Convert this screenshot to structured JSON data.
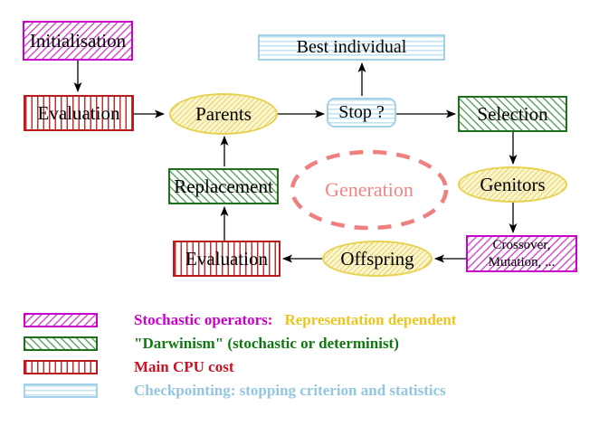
{
  "nodes": {
    "initialisation": {
      "label": "Initialisation"
    },
    "evaluation_top": {
      "label": "Evaluation"
    },
    "parents": {
      "label": "Parents"
    },
    "best_individual": {
      "label": "Best individual"
    },
    "stop": {
      "label": "Stop ?"
    },
    "selection": {
      "label": "Selection"
    },
    "replacement": {
      "label": "Replacement"
    },
    "genitors": {
      "label": "Genitors"
    },
    "generation": {
      "label": "Generation"
    },
    "evaluation_bottom": {
      "label": "Evaluation"
    },
    "offspring": {
      "label": "Offspring"
    },
    "crossover_mutation": {
      "line1": "Crossover,",
      "line2": "Mutation, ..."
    }
  },
  "edges": [
    {
      "from": "initialisation",
      "to": "evaluation_top"
    },
    {
      "from": "evaluation_top",
      "to": "parents"
    },
    {
      "from": "parents",
      "to": "stop"
    },
    {
      "from": "stop",
      "to": "best_individual"
    },
    {
      "from": "stop",
      "to": "selection"
    },
    {
      "from": "selection",
      "to": "genitors"
    },
    {
      "from": "genitors",
      "to": "crossover_mutation"
    },
    {
      "from": "crossover_mutation",
      "to": "offspring"
    },
    {
      "from": "offspring",
      "to": "evaluation_bottom"
    },
    {
      "from": "evaluation_bottom",
      "to": "replacement"
    },
    {
      "from": "replacement",
      "to": "parents"
    }
  ],
  "legend": {
    "items": [
      {
        "swatch": "magenta-diagonal-hatch",
        "label": "Stochastic operators:",
        "label2": "Representation dependent",
        "color": "#cc00cc",
        "color2": "#eec51e"
      },
      {
        "swatch": "green-diagonal-hatch",
        "label": "\"Darwinism\" (stochastic or determinist)",
        "color": "#117711"
      },
      {
        "swatch": "red-vertical-stripes",
        "label": "Main CPU cost",
        "color": "#cc1122"
      },
      {
        "swatch": "cyan-horizontal-stripes",
        "label": "Checkpointing: stopping criterion and statistics",
        "color": "#93c6e0"
      }
    ]
  },
  "colors": {
    "magenta": "#cc00cc",
    "green": "#1e701e",
    "red": "#bb1a1a",
    "cyan": "#a3d2e8",
    "yellow_border": "#e6d24e",
    "yellow_fill": "#fbf6cd",
    "salmon": "#ef8585",
    "arrow": "#000000"
  }
}
